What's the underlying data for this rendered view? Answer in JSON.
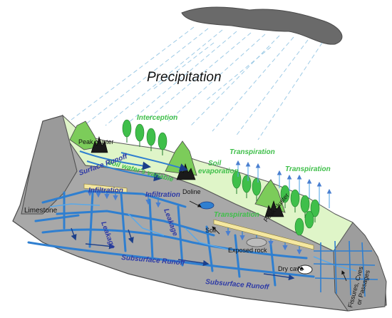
{
  "labels": {
    "precipitation": "Precipitation",
    "interception": "Interception",
    "soil_water": "Soil water's variable",
    "soil_evaporation_1": "Soil",
    "soil_evaporation_2": "evaporation",
    "transpiration_1": "Transpiration",
    "transpiration_2": "Transpiration",
    "transpiration_3": "Transpiration",
    "peak_cluster_1": "Peak cluster",
    "peak_cluster_2": "Peak cluster",
    "surface_runoff": "Surface Runoff",
    "infiltration_1": "Infiltration",
    "infiltration_2": "Infiltration",
    "doline": "Doline",
    "limestone": "Limestone",
    "leakage_1": "Leakage",
    "leakage_2": "Leakage",
    "soil": "Soil",
    "exposed_rock": "Exposed rock",
    "dry_cave": "Dry cave",
    "fissures_1": "Fissures, Cves",
    "fissures_2": "or Passages",
    "subsurface_runoff_1": "Subsurface Runoff",
    "subsurface_runoff_2": "Subsurface Runoff"
  },
  "colors": {
    "cloud": "#6a6a6a",
    "rain": "#9ecbe6",
    "rock": "#a8a8a8",
    "rock_dark": "#8a8a8a",
    "top_surface": "#dff5c8",
    "peak_green": "#7ccc5a",
    "tree": "#3fbf4a",
    "water": "#2f7fd0",
    "water_light": "#5aa8e8",
    "arrow_blue": "#4a7fd0",
    "label_blue": "#2e3aa6",
    "label_green": "#3fbf4a"
  }
}
